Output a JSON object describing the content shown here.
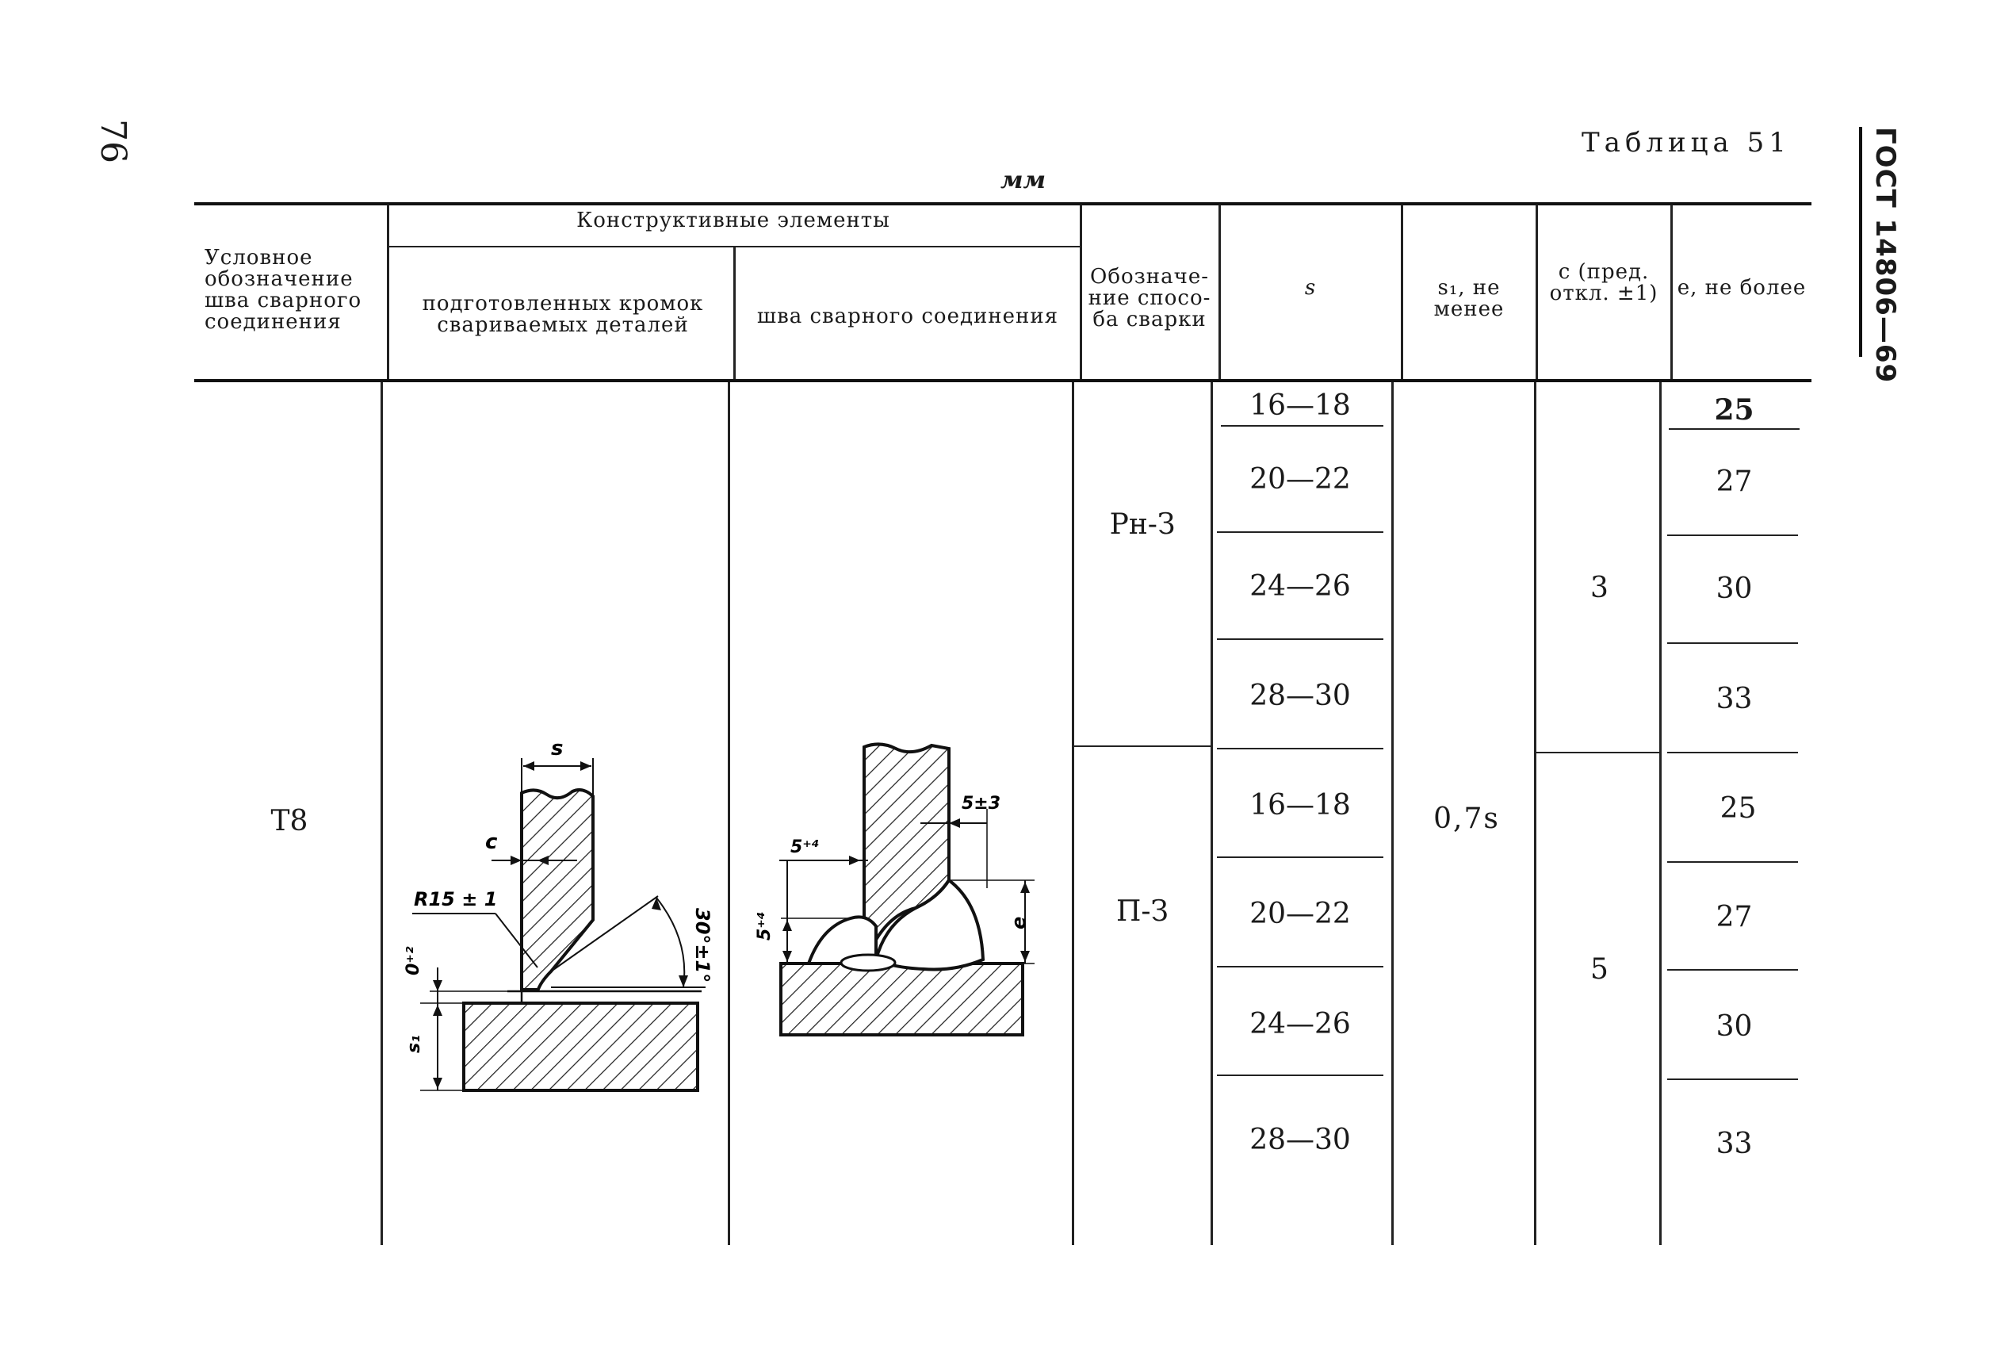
{
  "page": {
    "number": "76",
    "standard": "ГОСТ 14806—69",
    "table_title": "Таблица 51",
    "units": "мм"
  },
  "header": {
    "designation": "Условное обозначение шва сварного соединения",
    "design_elements": "Конструктивные элементы",
    "prepared_edges": "подготовленных кромок свариваемых деталей",
    "weld": "шва сварного соединения",
    "method": "Обозначе-ние спосо-ба сварки",
    "s": "s",
    "s1": "s₁, не менее",
    "c": "c (пред. откл. ±1)",
    "e": "e, не более"
  },
  "row": {
    "designation": "Т8",
    "s1": "0,7s",
    "groups": [
      {
        "method": "Рн-З",
        "c": "3",
        "s": [
          "16—18",
          "20—22",
          "24—26",
          "28—30"
        ],
        "e": [
          "25",
          "27",
          "30",
          "33"
        ]
      },
      {
        "method": "П-З",
        "c": "5",
        "s": [
          "16—18",
          "20—22",
          "24—26",
          "28—30"
        ],
        "e": [
          "25",
          "27",
          "30",
          "33"
        ]
      }
    ]
  },
  "drawing_labels": {
    "s": "s",
    "c": "c",
    "radius": "R15 ± 1",
    "gap": "0⁺²",
    "s1": "s₁",
    "angle": "30°±1°",
    "dim_5_4a": "5⁺⁴",
    "dim_5_4b": "5⁺⁴",
    "dim_5_3": "5±3",
    "e": "e"
  }
}
